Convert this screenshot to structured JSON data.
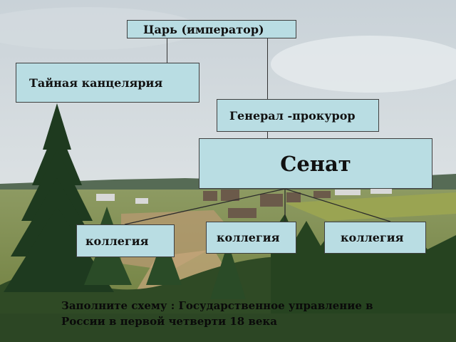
{
  "diagram": {
    "tsar": "Царь (император)",
    "secret_chancellery": "Тайная канцелярия",
    "prosecutor_general": "Генерал -прокурор",
    "senate": "Сенат",
    "collegia": [
      "коллегия",
      "коллегия",
      "коллегия"
    ]
  },
  "caption": {
    "line1": "Заполните схему : Государственное управление в",
    "line2": "России в первой четверти 18 века"
  }
}
